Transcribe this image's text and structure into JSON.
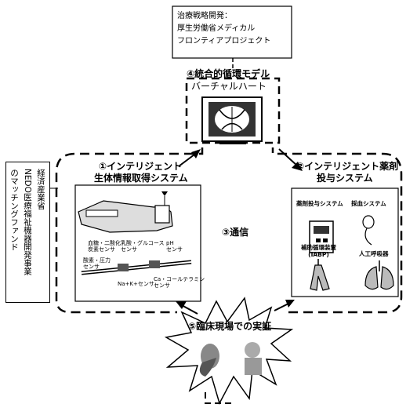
{
  "funding": {
    "lines": [
      "治療戦略開発：",
      "厚生労働省メディカル",
      "フロンティアプロジェクト"
    ]
  },
  "program": {
    "lines": [
      "経済産業省",
      "NEDO医療福祉機器開発事業",
      "のマッチングファンド"
    ]
  },
  "modules": {
    "virtual": {
      "line1": "④統合的循環モデル",
      "line2": "バーチャルハート"
    },
    "sensing": {
      "line1": "①インテリジェント",
      "line2": "生体情報取得システム"
    },
    "drug": {
      "line1": "②インテリジェント薬剤",
      "line2": "投与システム"
    },
    "comm": {
      "label": "③通信"
    },
    "clinic": {
      "label": "⑤臨床現場での実証"
    }
  },
  "sensors": {
    "s1": [
      "血糖・二酸化",
      "炭素センサ"
    ],
    "s2": [
      "乳酸・グルコース",
      "センサ"
    ],
    "s3": [
      "pH",
      "センサ"
    ],
    "s4": [
      "酸素・圧力",
      "センサ"
    ],
    "s5": "Na+K+センサ",
    "s6": [
      "Ca・コールテラミン",
      "センサ"
    ]
  },
  "devices": {
    "infusion": "薬剤投与システム",
    "blood": "採血システム",
    "iabp": [
      "補助循環装置",
      "(IABP)"
    ],
    "ventilator": "人工呼吸器"
  }
}
